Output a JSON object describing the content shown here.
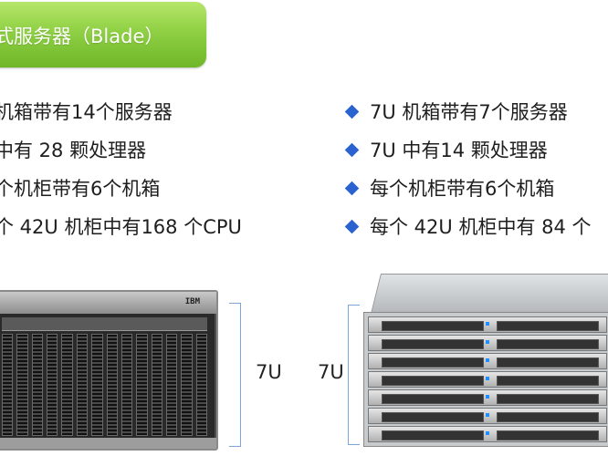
{
  "title": {
    "text": "式服务器（Blade）"
  },
  "left_list": [
    {
      "text": "机箱带有14个服务器"
    },
    {
      "text": "中有 28 颗处理器"
    },
    {
      "text": "个机柜带有6个机箱"
    },
    {
      "text": "个 42U 机柜中有168 个CPU"
    }
  ],
  "right_list": [
    {
      "text": "7U 机箱带有7个服务器"
    },
    {
      "text": "7U 中有14 颗处理器"
    },
    {
      "text": "每个机柜带有6个机箱"
    },
    {
      "text": "每个 42U 机柜中有 84 个"
    }
  ],
  "labels": {
    "left_u": "7U",
    "right_u": "7U"
  },
  "images": {
    "blade_logo": "IBM"
  },
  "colors": {
    "title_green": "#8fd044",
    "bullet_blue": "#2a62d0",
    "bracket_blue": "#7aa6d8"
  }
}
